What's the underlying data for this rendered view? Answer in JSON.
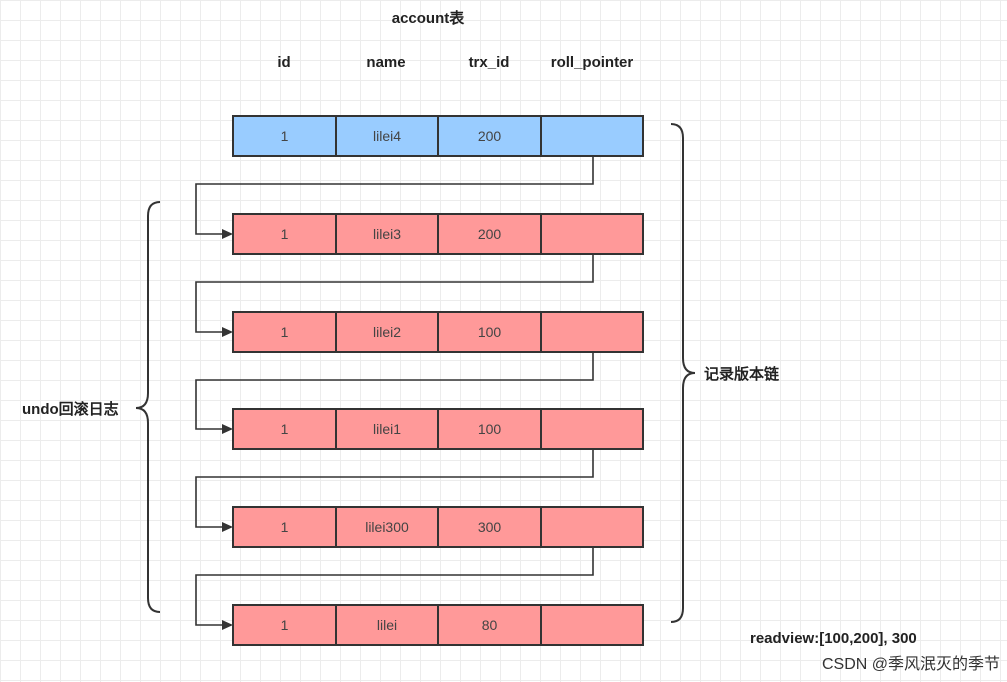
{
  "title": "account表",
  "columns": [
    "id",
    "name",
    "trx_id",
    "roll_pointer"
  ],
  "rows": [
    {
      "id": "1",
      "name": "lilei4",
      "trx_id": "200",
      "roll_pointer": "",
      "kind": "current"
    },
    {
      "id": "1",
      "name": "lilei3",
      "trx_id": "200",
      "roll_pointer": "",
      "kind": "undo"
    },
    {
      "id": "1",
      "name": "lilei2",
      "trx_id": "100",
      "roll_pointer": "",
      "kind": "undo"
    },
    {
      "id": "1",
      "name": "lilei1",
      "trx_id": "100",
      "roll_pointer": "",
      "kind": "undo"
    },
    {
      "id": "1",
      "name": "lilei300",
      "trx_id": "300",
      "roll_pointer": "",
      "kind": "undo"
    },
    {
      "id": "1",
      "name": "lilei",
      "trx_id": "80",
      "roll_pointer": "",
      "kind": "undo"
    }
  ],
  "labels": {
    "undo_log": "undo回滚日志",
    "version_chain": "记录版本链",
    "readview": "readview:[100,200], 300"
  },
  "watermark": "CSDN @季风泯灭的季节",
  "colors": {
    "current_fill": "#99ccff",
    "undo_fill": "#ff9999",
    "border": "#333333"
  }
}
